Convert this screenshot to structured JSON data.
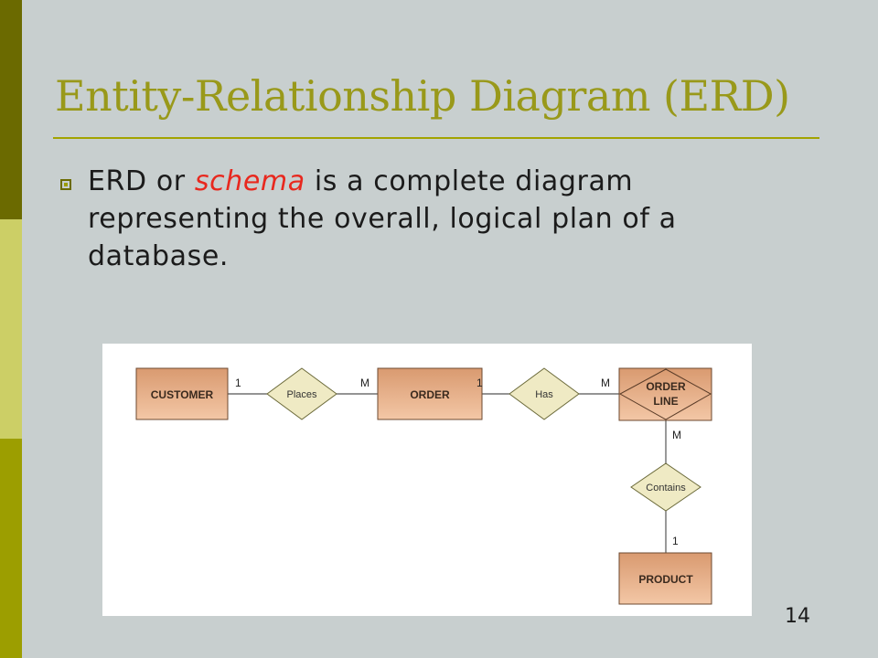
{
  "slide": {
    "title": "Entity-Relationship Diagram (ERD)",
    "bullet": {
      "prefix": "ERD or ",
      "emphasis": "schema",
      "suffix": " is a complete diagram representing the overall, logical plan of a database."
    },
    "page_number": "14",
    "colors": {
      "background": "#c8cfcf",
      "title": "#99991a",
      "emphasis": "#e8281e",
      "entity_fill_top": "#d99a70",
      "entity_fill_bottom": "#f3c7a6",
      "relationship_fill": "#efeac4"
    }
  },
  "erd": {
    "entities": {
      "customer": "CUSTOMER",
      "order": "ORDER",
      "order_line_1": "ORDER",
      "order_line_2": "LINE",
      "product": "PRODUCT"
    },
    "relationships": {
      "places": "Places",
      "has": "Has",
      "contains": "Contains"
    },
    "cardinalities": {
      "customer_places": "1",
      "places_order": "M",
      "order_has": "1",
      "has_orderline": "M",
      "orderline_contains": "M",
      "contains_product": "1"
    }
  }
}
